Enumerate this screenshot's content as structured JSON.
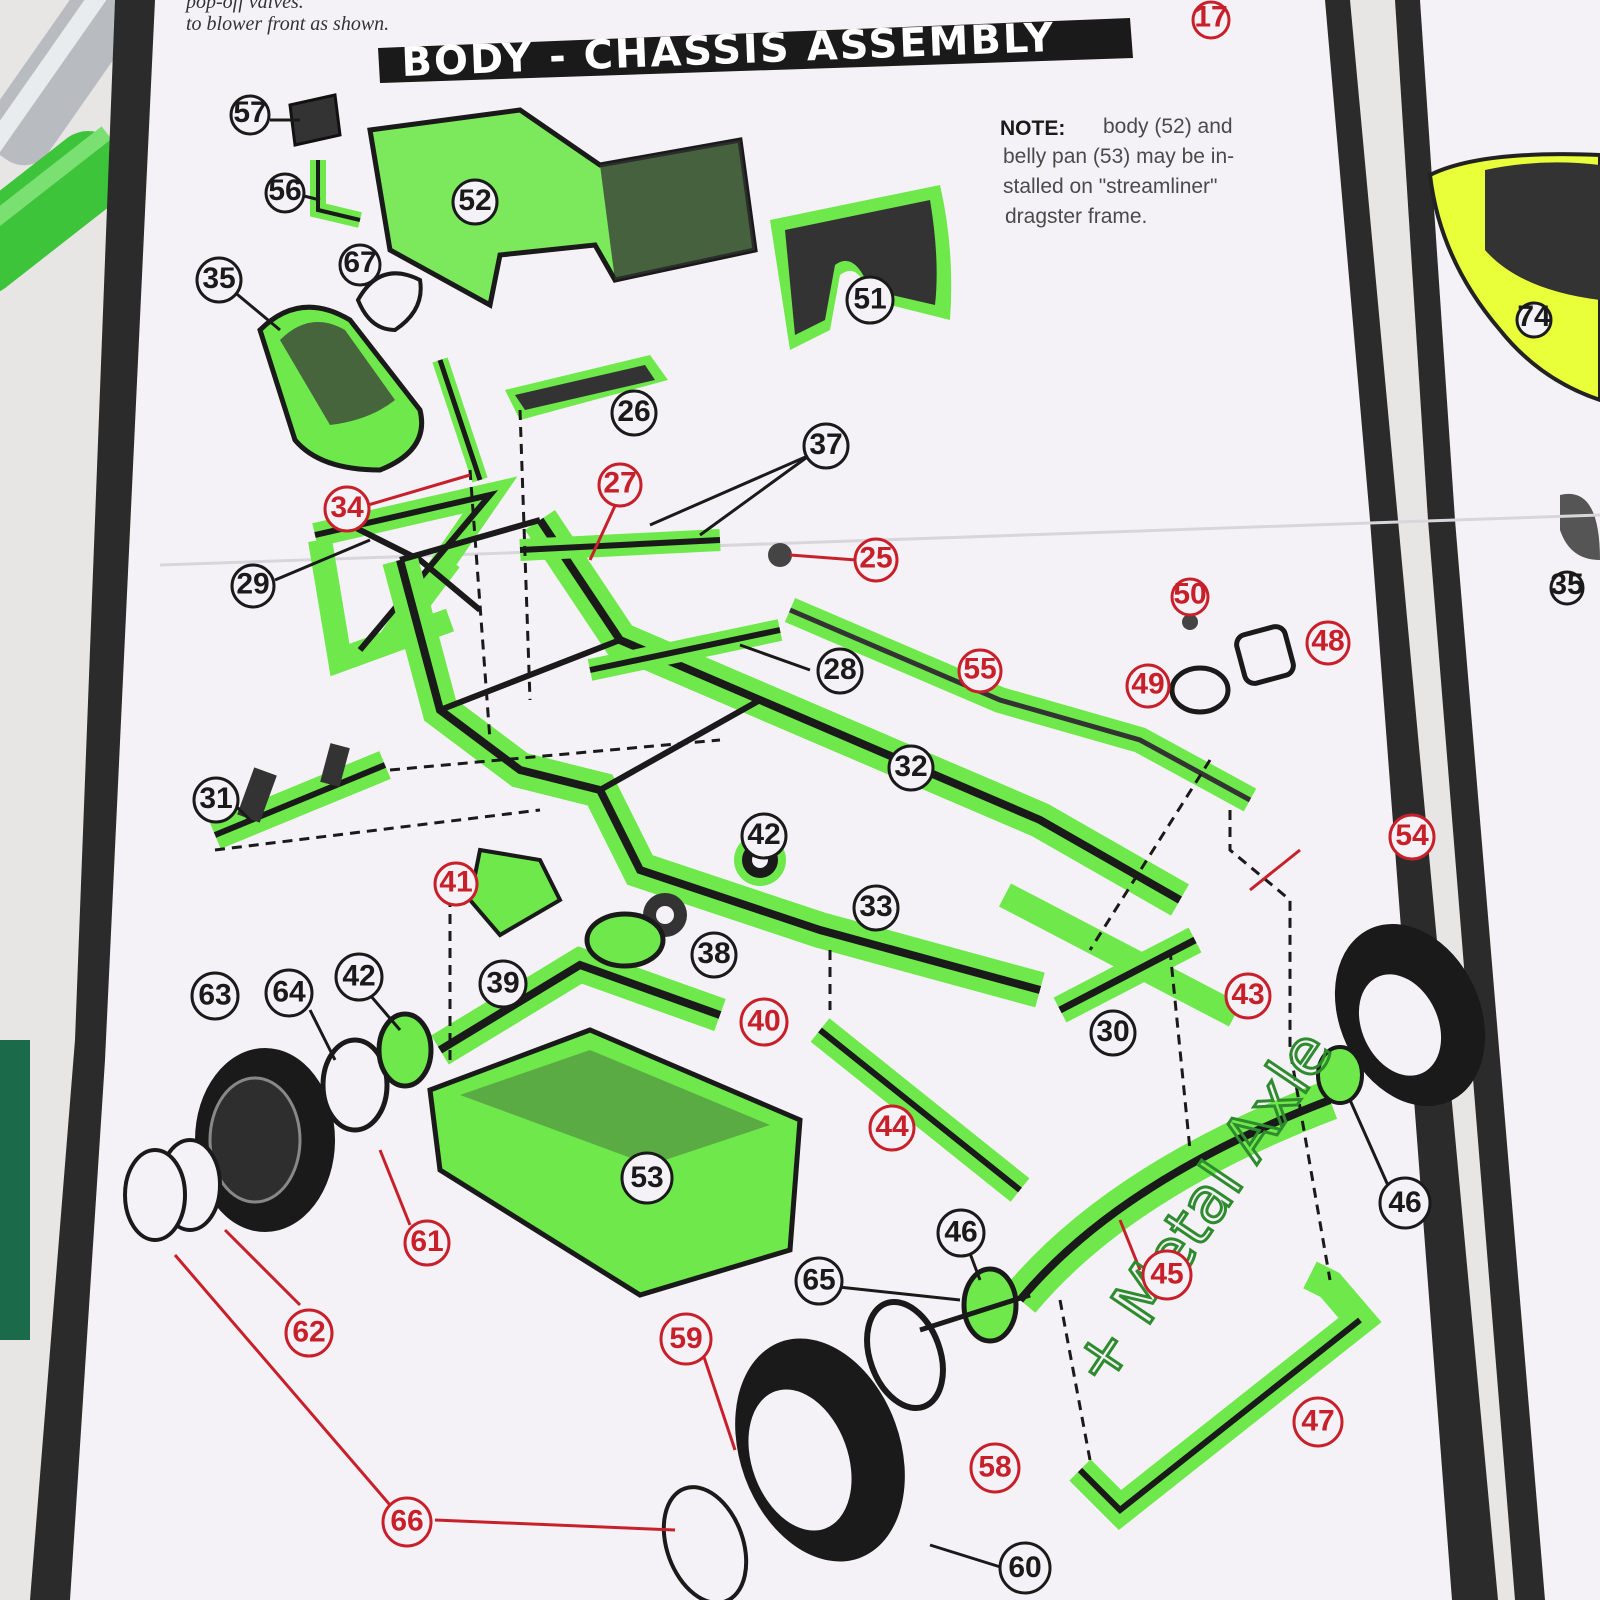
{
  "title": "BODY - CHASSIS ASSEMBLY",
  "top_text": [
    "pop-off valves.",
    "to blower front as shown."
  ],
  "note": {
    "label": "NOTE:",
    "lines": [
      "body (52) and",
      "belly pan (53) may be in-",
      "stalled on \"streamliner\"",
      "dragster frame."
    ]
  },
  "handwritten": "+ Metal Axle",
  "colors": {
    "highlight": "#6ee84a",
    "red_label": "#c8202a",
    "ink": "#1a1a1a",
    "paper": "#f4f2f6",
    "yellow": "#e8ff3a"
  },
  "part_labels": [
    {
      "id": "57",
      "color": "black"
    },
    {
      "id": "56",
      "color": "black"
    },
    {
      "id": "52",
      "color": "black"
    },
    {
      "id": "67",
      "color": "black"
    },
    {
      "id": "35",
      "color": "black"
    },
    {
      "id": "51",
      "color": "black"
    },
    {
      "id": "26",
      "color": "black"
    },
    {
      "id": "37",
      "color": "black"
    },
    {
      "id": "34",
      "color": "red"
    },
    {
      "id": "27",
      "color": "red"
    },
    {
      "id": "25",
      "color": "red"
    },
    {
      "id": "29",
      "color": "black"
    },
    {
      "id": "50",
      "color": "red"
    },
    {
      "id": "48",
      "color": "red"
    },
    {
      "id": "28",
      "color": "black"
    },
    {
      "id": "55",
      "color": "red"
    },
    {
      "id": "49",
      "color": "red"
    },
    {
      "id": "32",
      "color": "black"
    },
    {
      "id": "31",
      "color": "black"
    },
    {
      "id": "54",
      "color": "red"
    },
    {
      "id": "42",
      "color": "black"
    },
    {
      "id": "41",
      "color": "red"
    },
    {
      "id": "33",
      "color": "black"
    },
    {
      "id": "38",
      "color": "black"
    },
    {
      "id": "43",
      "color": "red"
    },
    {
      "id": "63",
      "color": "black"
    },
    {
      "id": "64",
      "color": "black"
    },
    {
      "id": "42",
      "color": "black"
    },
    {
      "id": "39",
      "color": "black"
    },
    {
      "id": "40",
      "color": "red"
    },
    {
      "id": "30",
      "color": "black"
    },
    {
      "id": "44",
      "color": "red"
    },
    {
      "id": "53",
      "color": "black"
    },
    {
      "id": "61",
      "color": "red"
    },
    {
      "id": "46",
      "color": "black"
    },
    {
      "id": "62",
      "color": "red"
    },
    {
      "id": "46",
      "color": "black"
    },
    {
      "id": "65",
      "color": "black"
    },
    {
      "id": "45",
      "color": "red"
    },
    {
      "id": "59",
      "color": "red"
    },
    {
      "id": "47",
      "color": "red"
    },
    {
      "id": "58",
      "color": "red"
    },
    {
      "id": "66",
      "color": "red"
    },
    {
      "id": "60",
      "color": "black"
    },
    {
      "id": "17",
      "color": "red"
    },
    {
      "id": "74",
      "color": "black"
    },
    {
      "id": "35",
      "color": "black"
    }
  ]
}
